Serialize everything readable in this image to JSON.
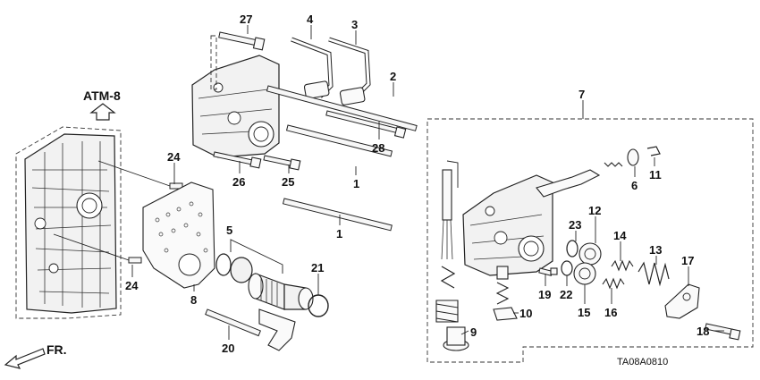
{
  "diagram": {
    "reference_label": "ATM-8",
    "front_label": "FR.",
    "diagram_code": "TA08A0810",
    "callouts": [
      "1",
      "1",
      "2",
      "3",
      "4",
      "5",
      "6",
      "7",
      "8",
      "9",
      "10",
      "11",
      "12",
      "13",
      "14",
      "15",
      "16",
      "17",
      "18",
      "19",
      "20",
      "21",
      "22",
      "23",
      "24",
      "24",
      "25",
      "26",
      "27",
      "28"
    ]
  }
}
